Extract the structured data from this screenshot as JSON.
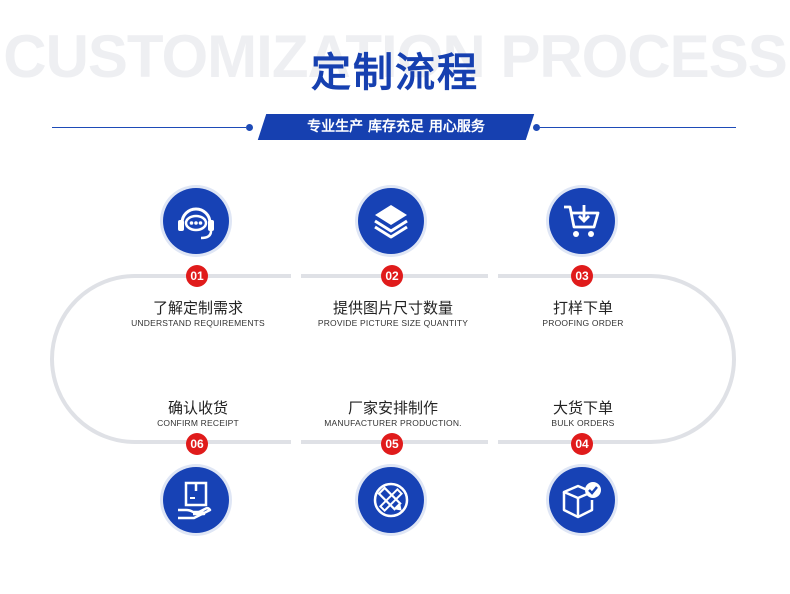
{
  "background_text": "CUSTOMIZATION PROCESS",
  "title": "定制流程",
  "banner": "专业生产 库存充足 用心服务",
  "colors": {
    "primary": "#1640b0",
    "badge": "#e01b1b",
    "track": "#dfe1e6"
  },
  "steps": [
    {
      "num": "01",
      "cn": "了解定制需求",
      "en": "UNDERSTAND REQUIREMENTS",
      "icon": "headset-chat-icon"
    },
    {
      "num": "02",
      "cn": "提供图片尺寸数量",
      "en": "PROVIDE PICTURE SIZE QUANTITY",
      "icon": "layers-icon"
    },
    {
      "num": "03",
      "cn": "打样下单",
      "en": "PROOFING ORDER",
      "icon": "shopping-cart-icon"
    },
    {
      "num": "04",
      "cn": "大货下单",
      "en": "BULK ORDERS",
      "icon": "box-check-icon"
    },
    {
      "num": "05",
      "cn": "厂家安排制作",
      "en": "MANUFACTURER PRODUCTION.",
      "icon": "design-tools-icon"
    },
    {
      "num": "06",
      "cn": "确认收货",
      "en": "CONFIRM RECEIPT",
      "icon": "package-hand-icon"
    }
  ]
}
